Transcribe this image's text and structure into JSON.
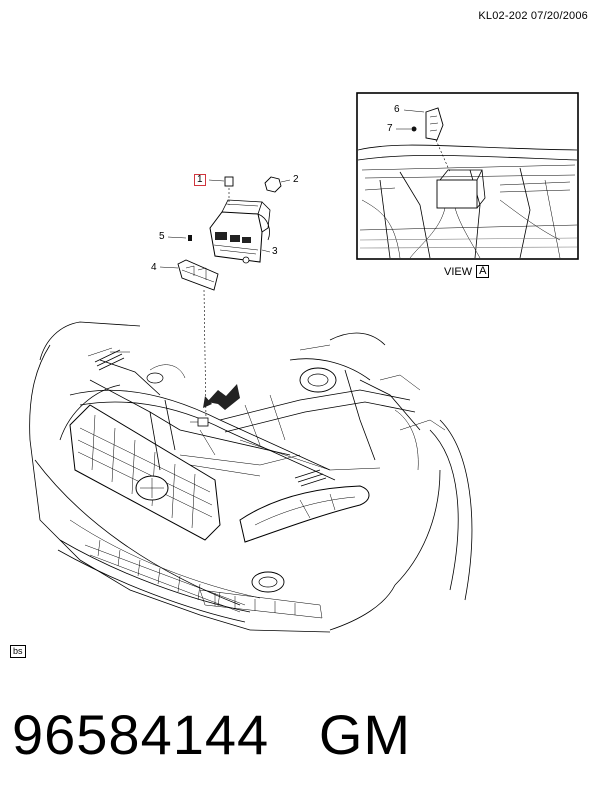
{
  "header": {
    "code_date": "KL02-202  07/20/2006"
  },
  "callouts": [
    {
      "id": "1",
      "label": "1",
      "highlighted": true
    },
    {
      "id": "2",
      "label": "2"
    },
    {
      "id": "3",
      "label": "3"
    },
    {
      "id": "4",
      "label": "4"
    },
    {
      "id": "5",
      "label": "5"
    },
    {
      "id": "6",
      "label": "6"
    },
    {
      "id": "7",
      "label": "7"
    }
  ],
  "inset": {
    "view_word": "VIEW",
    "view_letter": "A"
  },
  "main_view_marker": "A",
  "bs_tag": "bs",
  "footer": {
    "part_number": "96584144",
    "brand": "GM"
  },
  "colors": {
    "highlight_border": "#d0363e",
    "line": "#000000",
    "background": "#ffffff"
  }
}
